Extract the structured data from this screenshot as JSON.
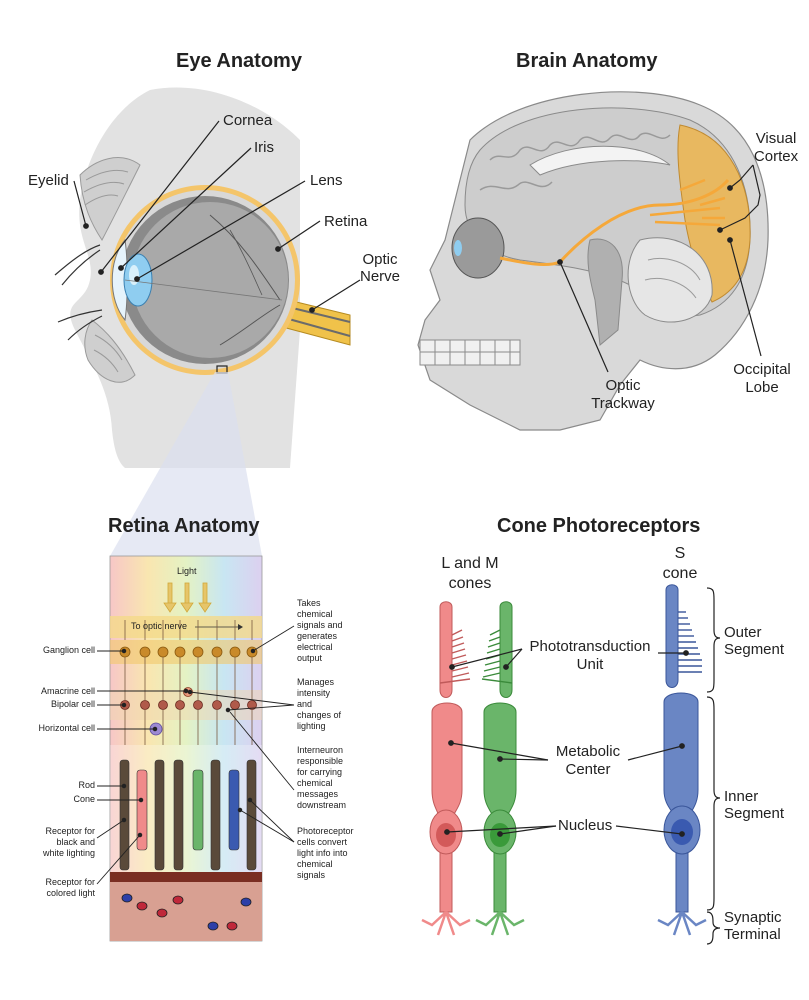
{
  "panels": {
    "eye": {
      "title": "Eye Anatomy",
      "labels": {
        "cornea": "Cornea",
        "iris": "Iris",
        "eyelid": "Eyelid",
        "lens": "Lens",
        "retina": "Retina",
        "optic_nerve_1": "Optic",
        "optic_nerve_2": "Nerve"
      }
    },
    "brain": {
      "title": "Brain Anatomy",
      "labels": {
        "visual_cortex_1": "Visual",
        "visual_cortex_2": "Cortex",
        "optic_trackway_1": "Optic",
        "optic_trackway_2": "Trackway",
        "occipital_lobe_1": "Occipital",
        "occipital_lobe_2": "Lobe"
      }
    },
    "retina": {
      "title": "Retina Anatomy",
      "light": "Light",
      "to_optic_nerve": "To optic nerve",
      "left_labels": {
        "ganglion": "Ganglion cell",
        "amacrine": "Amacrine cell",
        "bipolar": "Bipolar cell",
        "horizontal": "Horizontal cell",
        "rod": "Rod",
        "cone": "Cone",
        "receptor_bw_1": "Receptor for",
        "receptor_bw_2": "black and",
        "receptor_bw_3": "white lighting",
        "receptor_color_1": "Receptor for",
        "receptor_color_2": "colored light"
      },
      "notes": {
        "n1": [
          "Takes",
          "chemical",
          "signals and",
          "generates",
          "electrical",
          "output"
        ],
        "n2": [
          "Manages",
          "intensity",
          "and",
          "changes of",
          "lighting"
        ],
        "n3": [
          "Interneuron",
          "responsible",
          "for carrying",
          "chemical",
          "messages",
          "downstream"
        ],
        "n4": [
          "Photoreceptor",
          "cells convert",
          "light info into",
          "chemical",
          "signals"
        ]
      }
    },
    "cones": {
      "title": "Cone Photoreceptors",
      "lm_1": "L and M",
      "lm_2": "cones",
      "s_1": "S",
      "s_2": "cone",
      "phototransduction_1": "Phototransduction",
      "phototransduction_2": "Unit",
      "metabolic_1": "Metabolic",
      "metabolic_2": "Center",
      "nucleus": "Nucleus",
      "outer_1": "Outer",
      "outer_2": "Segment",
      "inner_1": "Inner",
      "inner_2": "Segment",
      "synaptic_1": "Synaptic",
      "synaptic_2": "Terminal"
    }
  },
  "colors": {
    "l_cone": "#f08a8a",
    "m_cone": "#6ab56a",
    "s_cone": "#6a86c4",
    "optic_path": "#f5a83a",
    "occipital": "#e8b860"
  }
}
